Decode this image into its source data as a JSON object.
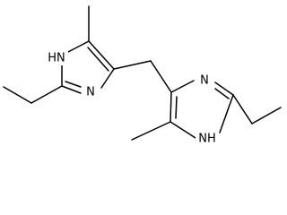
{
  "structure": {
    "atoms": [
      {
        "id": "nh1",
        "label": "HN"
      },
      {
        "id": "n1",
        "label": "N"
      },
      {
        "id": "n2",
        "label": "N"
      },
      {
        "id": "nh2",
        "label": "NH"
      }
    ]
  },
  "colors": {
    "bond": "#000000",
    "label": "#000000",
    "background": "#ffffff"
  }
}
